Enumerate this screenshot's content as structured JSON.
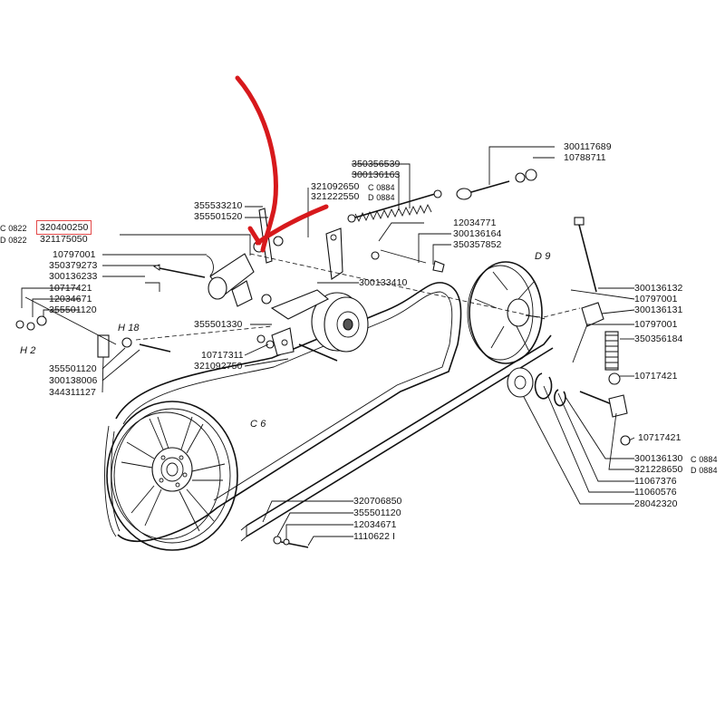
{
  "labels": {
    "l_300117689": "300117689",
    "l_10788711": "10788711",
    "l_350356539": "350356539",
    "l_300136163": "300136163",
    "l_321092650": "321092650",
    "l_c0884_a": "C 0884",
    "l_321222550": "321222550",
    "l_d0884_a": "D 0884",
    "l_355533210": "355533210",
    "l_355501520": "355501520",
    "l_c0822": "C 0822",
    "l_320400250": "320400250",
    "l_d0822": "D 0822",
    "l_321175050": "321175050",
    "l_12034771": "12034771",
    "l_300136164": "300136164",
    "l_350357852": "350357852",
    "l_D9": "D 9",
    "l_10797001_a": "10797001",
    "l_350379273": "350379273",
    "l_300136233": "300136233",
    "l_10717421_a": "10717421",
    "l_12034671_a": "12034671",
    "l_355501120_a": "355501120",
    "l_H18": "H 18",
    "l_H2": "H 2",
    "l_355501330": "355501330",
    "l_300133410": "300133410",
    "l_300136132": "300136132",
    "l_10797001_b": "10797001",
    "l_300136131": "300136131",
    "l_10797001_c": "10797001",
    "l_350356184": "350356184",
    "l_10717421_b": "10717421",
    "l_10717311": "10717311",
    "l_321092750": "321092750",
    "l_355501120_b": "355501120",
    "l_300138006": "300138006",
    "l_344311127": "344311127",
    "l_C6": "C 6",
    "l_10717421_c": "10717421",
    "l_300136130": "300136130",
    "l_c0884_b": "C 0884",
    "l_321228650": "321228650",
    "l_d0884_b": "D 0884",
    "l_11067376": "11067376",
    "l_11060576": "11060576",
    "l_28042320": "28042320",
    "l_320706850": "320706850",
    "l_355501120_c": "355501120",
    "l_12034671_b": "12034671",
    "l_11106221": "1110622 I"
  },
  "colors": {
    "ink": "#111111",
    "red_arrow": "#d7191c",
    "highlight_box": "#e34a4a"
  }
}
